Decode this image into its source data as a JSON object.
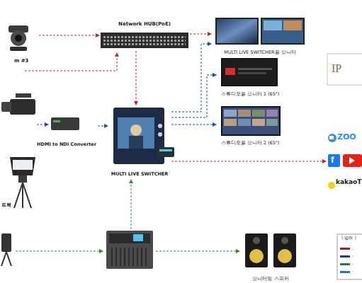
{
  "diagram": {
    "nodes": [
      {
        "text": [
          "m #3"
        ]
      },
      {
        "text": [
          "Network HUB(PoE)"
        ]
      },
      {
        "text": [
          "HDMI to NDI Converter"
        ]
      },
      {
        "text": [
          "MULTI LIVE SWITCHER"
        ]
      },
      {
        "text": [
          "MULTI LIVE SWITCHER용 모니터"
        ]
      },
      {
        "text": [
          "스튜디오용 모니터 1 (65\")"
        ]
      },
      {
        "text": [
          "스튜디오용 모니터 2 (65\")"
        ]
      },
      {
        "text": [
          "ZOO",
          "f",
          "kakaoT"
        ]
      },
      {
        "text": [
          "트북"
        ]
      },
      {
        "text": [
          "모니터링 스피커"
        ]
      },
      {
        "text": [
          "IP"
        ]
      },
      {
        "text": [
          "[ 범례 ]"
        ]
      }
    ],
    "edges": [
      {
        "from": 0,
        "to": 1,
        "arrow": "to"
      },
      {
        "from": 1,
        "to": 3,
        "arrow": "to"
      },
      {
        "from": 1,
        "to": 4,
        "arrow": "to"
      },
      {
        "from": 2,
        "to": 3,
        "arrow": "to"
      },
      {
        "from": 3,
        "to": 4,
        "arrow": "to"
      },
      {
        "from": 3,
        "to": 5,
        "arrow": "to"
      },
      {
        "from": 3,
        "to": 6,
        "arrow": "to"
      },
      {
        "from": 3,
        "to": 7,
        "arrow": "to"
      }
    ],
    "legend": [
      {
        "text": ":",
        "color": "#a31d2a"
      },
      {
        "text": ":",
        "color": "#283593"
      },
      {
        "text": ":",
        "color": "#2e7d32"
      },
      {
        "text": ":",
        "color": "#1976d2"
      }
    ]
  }
}
